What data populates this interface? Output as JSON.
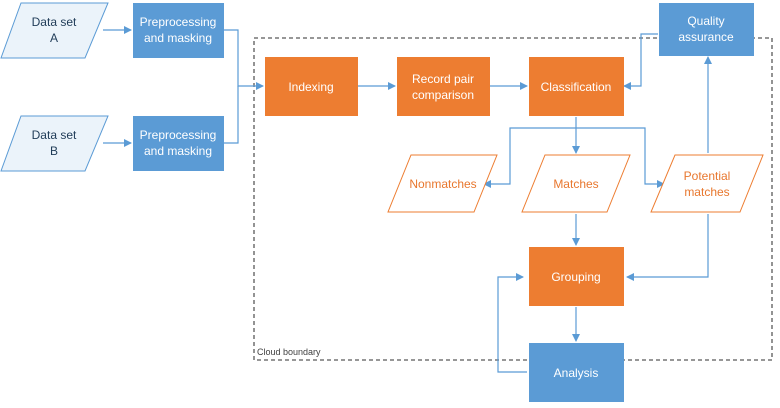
{
  "colors": {
    "blue": "#5b9bd5",
    "orange": "#ed7d31",
    "orange_text": "#e8772e",
    "dark_blue": "#1f3b57",
    "connector": "#5b9bd5",
    "boundary": "#595959"
  },
  "inputs": {
    "dataset_a": [
      "Data set",
      "A"
    ],
    "dataset_b": [
      "Data set",
      "B"
    ]
  },
  "preprocessing": {
    "a": [
      "Preprocessing",
      "and masking"
    ],
    "b": [
      "Preprocessing",
      "and masking"
    ]
  },
  "steps": {
    "indexing": [
      "Indexing"
    ],
    "record_pair": [
      "Record pair",
      "comparison"
    ],
    "classification": [
      "Classification"
    ],
    "quality": [
      "Quality",
      "assurance"
    ],
    "grouping": [
      "Grouping"
    ],
    "analysis": [
      "Analysis"
    ]
  },
  "outcomes": {
    "nonmatches": [
      "Nonmatches"
    ],
    "matches": [
      "Matches"
    ],
    "potential": [
      "Potential",
      "matches"
    ]
  },
  "cloud_boundary_label": "Cloud boundary"
}
